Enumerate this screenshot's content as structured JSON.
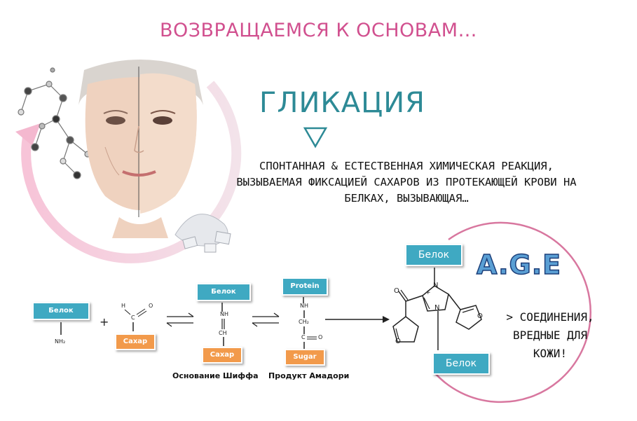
{
  "header": {
    "title": "ВОЗВРАЩАЕМСЯ К ОСНОВАМ…"
  },
  "main": {
    "heading": "ГЛИКАЦИЯ",
    "description_lines": [
      "СПОНТАННАЯ & ЕСТЕСТВЕННАЯ ХИМИЧЕСКАЯ РЕАКЦИЯ,",
      "ВЫЗЫВАЕМАЯ ФИКСАЦИЕЙ САХАРОВ ИЗ ПРОТЕКАЮЩЕЙ КРОВИ НА",
      "БЕЛКАХ, ВЫЗЫВАЮЩАЯ…"
    ]
  },
  "reaction": {
    "step1": {
      "protein": "Белок",
      "nh2": "NH₂"
    },
    "plus": "+",
    "sugar": {
      "label": "Сахар",
      "h": "H",
      "c": "C",
      "o": "O"
    },
    "schiff": {
      "protein": "Белок",
      "nh": "NH",
      "ch": "CH",
      "sugar": "Сахар",
      "caption": "Основание Шиффа"
    },
    "amadori": {
      "protein": "Protein",
      "nh": "NH",
      "ch2": "CH₂",
      "c": "C",
      "o": "O",
      "sugar": "Sugar",
      "caption": "Продукт Амадори"
    },
    "age": {
      "protein_top": "Белок",
      "protein_bottom": "Белок",
      "n_top": "N",
      "n_bottom": "N",
      "plus": "+",
      "o": "O",
      "label": "A.G.E",
      "harm_lines": [
        "> СОЕДИНЕНИЯ,",
        "ВРЕДНЫЕ ДЛЯ",
        "КОЖИ!"
      ]
    }
  },
  "colors": {
    "title": "#d1508f",
    "heading": "#2d8a96",
    "protein_box": "#3fa9c2",
    "sugar_box": "#f29a4b",
    "age_text": "#5a9fd4",
    "circle": "#d8779f"
  }
}
